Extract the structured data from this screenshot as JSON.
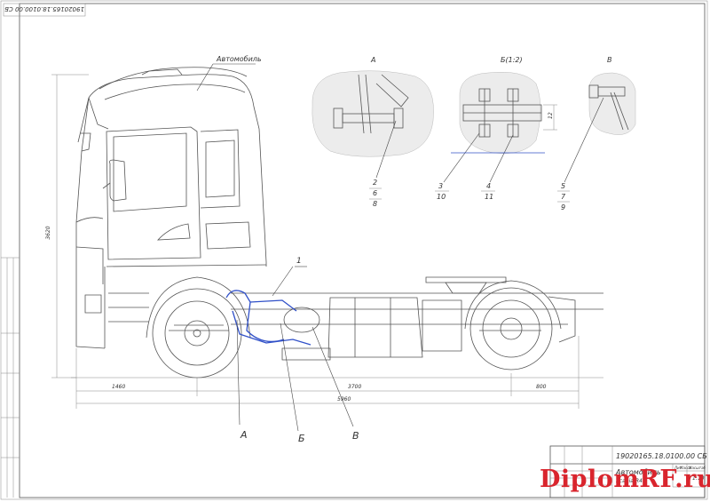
{
  "stamp_top": "19020165.18.0100.00 СБ",
  "vehicle_label": "Автомобиль",
  "details": {
    "a": {
      "title": "А",
      "parts": [
        "2",
        "6",
        "8"
      ]
    },
    "b": {
      "title": "Б(1:2)",
      "parts_left": [
        "3",
        "10"
      ],
      "parts_right": [
        "4",
        "11"
      ],
      "dim": "12"
    },
    "v": {
      "title": "В",
      "parts": [
        "5",
        "7",
        "9"
      ]
    }
  },
  "dimensions": {
    "height": "3620",
    "front": "1460",
    "wheelbase": "3700",
    "rear": "800",
    "overall": "5960"
  },
  "callouts": {
    "one": "1",
    "a": "А",
    "b": "Б",
    "v": "В"
  },
  "title_block": {
    "code": "19020165.18.0100.00 СБ",
    "name": "Автомобиль",
    "sub": "Scania R4...",
    "cols": [
      "Лит.",
      "Масса",
      "Масштаб"
    ],
    "scale": "1:10"
  },
  "watermark": "DiplomRF.ru",
  "colors": {
    "line": "#555555",
    "highlight": "#3050c8",
    "watermark": "#d9252d"
  }
}
